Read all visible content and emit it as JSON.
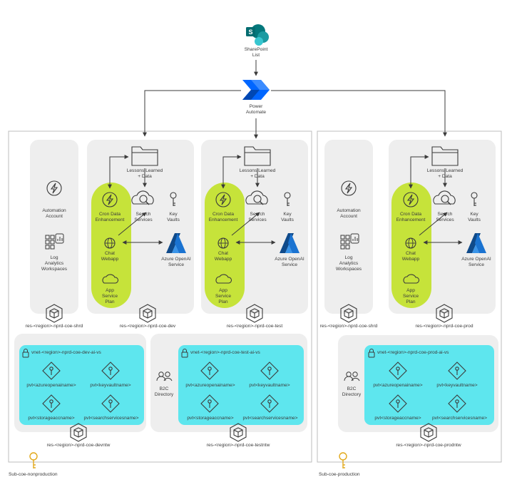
{
  "top": {
    "sharepoint": "SharePoint\nList",
    "power_automate": "Power\nAutomate"
  },
  "subscriptions": {
    "nonproduction": "Sub-coe-nonproduction",
    "production": "Sub-coe-production"
  },
  "shared": {
    "automation": "Automation\nAccount",
    "log": "Log\nAnalytics\nWorkspaces",
    "rg_nonprod": "res-<region>-nprd-coe-shrd",
    "rg_prod": "res-<region>-nprd-coe-shrd"
  },
  "app": {
    "lessons": "Lessons Learned\n+ Data",
    "cron": "Cron Data\nEnhancement",
    "search": "Search\nServices",
    "keyvaults": "Key\nVaults",
    "chat": "Chat\nWebapp",
    "openai": "Azure OpenAI\nService",
    "plan": "App\nService\nPlan",
    "rg_dev": "res-<region>-nprd-coe-dev",
    "rg_test": "res-<region>-nprd-coe-test",
    "rg_prod": "res-<region>-nprd-coe-prod"
  },
  "network": {
    "vnet_dev": "vnet-<region>-nprd-coe-dev-ai-vs",
    "vnet_test": "vnet-<region>-nprd-coe-test-ai-vs",
    "vnet_prod": "vnet-<region>-nprd-coe-prod-ai-vs",
    "pvt_openai": "pvt<azureopenainame>",
    "pvt_keyvault": "pvt<keyvaultname>",
    "pvt_storage": "pvt<storageaccname>",
    "pvt_search": "pvt<searchservicesname>",
    "b2c": "B2C\nDirectory",
    "rg_devntw": "res-<region>-nprd-coe-devntw",
    "rg_testntw": "res-<region>-nprd-coe-testntw",
    "rg_prodntw": "res-<region>-nprd-coe-prodntw"
  },
  "colors": {
    "accent": "#c6e33a",
    "vnet": "#5ee6ee",
    "panel": "#eeeeee",
    "border": "#bdbdbd",
    "blue": "#1a73d1",
    "sharepoint": "#038387"
  }
}
